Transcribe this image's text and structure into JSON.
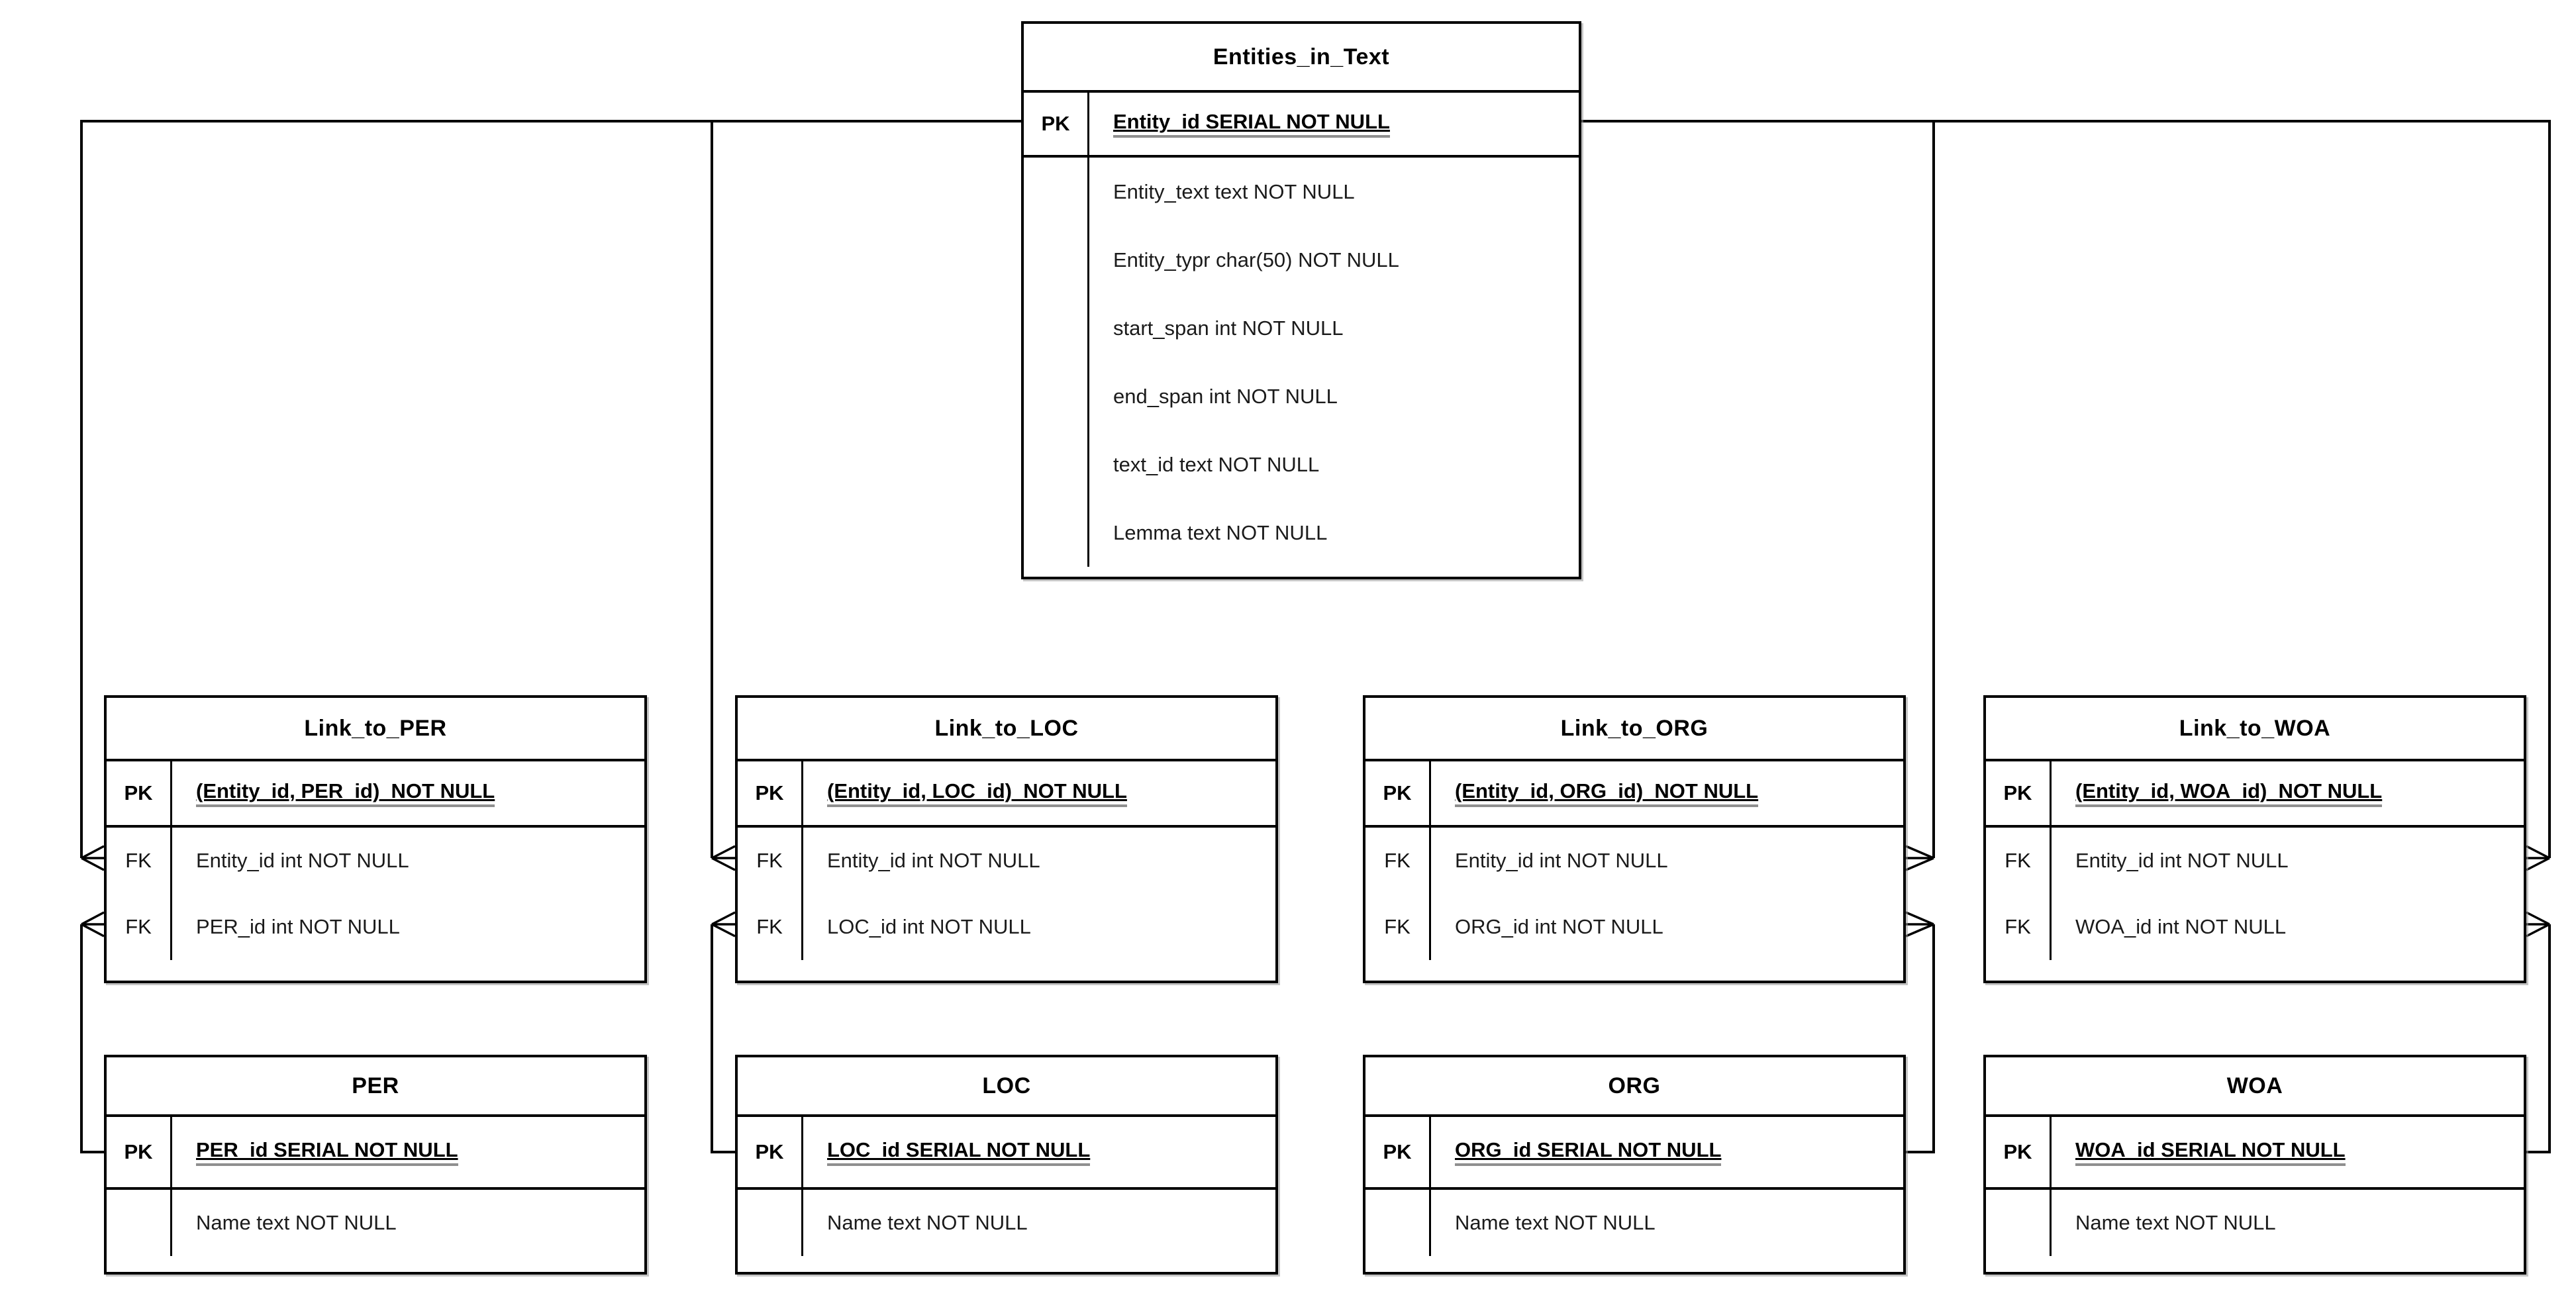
{
  "colors": {
    "background": "#ffffff",
    "line": "#000000",
    "table_background": "#ffffff",
    "text": "#000000"
  },
  "tables": {
    "entities_in_text": {
      "title": "Entities_in_Text",
      "pk": {
        "key": "PK",
        "field": "Entity_id SERIAL NOT NULL"
      },
      "rows": [
        {
          "key": "",
          "field": "Entity_text text NOT NULL"
        },
        {
          "key": "",
          "field": "Entity_typr char(50) NOT NULL"
        },
        {
          "key": "",
          "field": "start_span int NOT NULL"
        },
        {
          "key": "",
          "field": "end_span int NOT NULL"
        },
        {
          "key": "",
          "field": "text_id text NOT NULL"
        },
        {
          "key": "",
          "field": "Lemma text NOT NULL"
        }
      ]
    },
    "link_to_per": {
      "title": "Link_to_PER",
      "pk": {
        "key": "PK",
        "field": "(Entity_id, PER_id)  NOT NULL"
      },
      "rows": [
        {
          "key": "FK",
          "field": "Entity_id int NOT NULL"
        },
        {
          "key": "FK",
          "field": "PER_id int NOT NULL"
        }
      ]
    },
    "link_to_loc": {
      "title": "Link_to_LOC",
      "pk": {
        "key": "PK",
        "field": "(Entity_id, LOC_id)  NOT NULL"
      },
      "rows": [
        {
          "key": "FK",
          "field": "Entity_id int NOT NULL"
        },
        {
          "key": "FK",
          "field": "LOC_id int NOT NULL"
        }
      ]
    },
    "link_to_org": {
      "title": "Link_to_ORG",
      "pk": {
        "key": "PK",
        "field": "(Entity_id, ORG_id)  NOT NULL"
      },
      "rows": [
        {
          "key": "FK",
          "field": "Entity_id int NOT NULL"
        },
        {
          "key": "FK",
          "field": "ORG_id int NOT NULL"
        }
      ]
    },
    "link_to_woa": {
      "title": "Link_to_WOA",
      "pk": {
        "key": "PK",
        "field": "(Entity_id, WOA_id)  NOT NULL"
      },
      "rows": [
        {
          "key": "FK",
          "field": "Entity_id int NOT NULL"
        },
        {
          "key": "FK",
          "field": "WOA_id int NOT NULL"
        }
      ]
    },
    "per": {
      "title": "PER",
      "pk": {
        "key": "PK",
        "field": "PER_id SERIAL NOT NULL"
      },
      "rows": [
        {
          "key": "",
          "field": "Name text NOT NULL"
        }
      ]
    },
    "loc": {
      "title": "LOC",
      "pk": {
        "key": "PK",
        "field": "LOC_id SERIAL NOT NULL"
      },
      "rows": [
        {
          "key": "",
          "field": "Name text NOT NULL"
        }
      ]
    },
    "org": {
      "title": "ORG",
      "pk": {
        "key": "PK",
        "field": "ORG_id SERIAL NOT NULL"
      },
      "rows": [
        {
          "key": "",
          "field": "Name text NOT NULL"
        }
      ]
    },
    "woa": {
      "title": "WOA",
      "pk": {
        "key": "PK",
        "field": "WOA_id SERIAL NOT NULL"
      },
      "rows": [
        {
          "key": "",
          "field": "Name text NOT NULL"
        }
      ]
    }
  },
  "relationships": [
    {
      "from": "Entities_in_Text",
      "from_field": "Entity_id",
      "to": "Link_to_PER",
      "to_field": "Entity_id",
      "cardinality": "one-to-many"
    },
    {
      "from": "PER",
      "from_field": "PER_id",
      "to": "Link_to_PER",
      "to_field": "PER_id",
      "cardinality": "one-to-many"
    },
    {
      "from": "Entities_in_Text",
      "from_field": "Entity_id",
      "to": "Link_to_LOC",
      "to_field": "Entity_id",
      "cardinality": "one-to-many"
    },
    {
      "from": "LOC",
      "from_field": "LOC_id",
      "to": "Link_to_LOC",
      "to_field": "LOC_id",
      "cardinality": "one-to-many"
    },
    {
      "from": "Entities_in_Text",
      "from_field": "Entity_id",
      "to": "Link_to_ORG",
      "to_field": "Entity_id",
      "cardinality": "one-to-many"
    },
    {
      "from": "ORG",
      "from_field": "ORG_id",
      "to": "Link_to_ORG",
      "to_field": "ORG_id",
      "cardinality": "one-to-many"
    },
    {
      "from": "Entities_in_Text",
      "from_field": "Entity_id",
      "to": "Link_to_WOA",
      "to_field": "Entity_id",
      "cardinality": "one-to-many"
    },
    {
      "from": "WOA",
      "from_field": "WOA_id",
      "to": "Link_to_WOA",
      "to_field": "WOA_id",
      "cardinality": "one-to-many"
    }
  ]
}
